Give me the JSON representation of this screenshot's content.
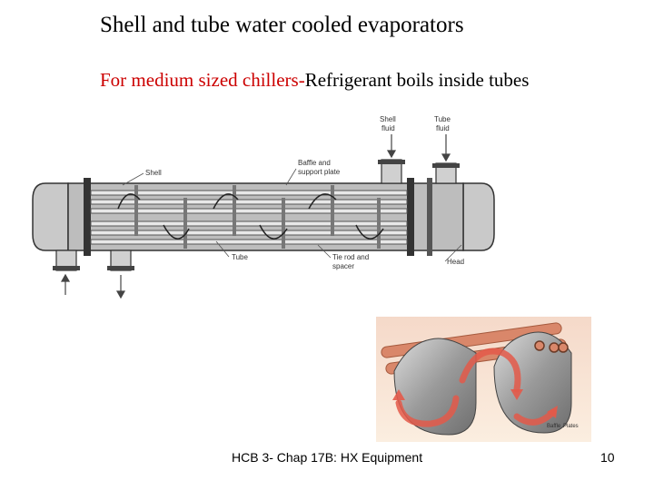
{
  "slide": {
    "title": "Shell and tube water cooled evaporators",
    "subtitle_red": "For medium sized chillers-",
    "subtitle_black": "Refrigerant boils inside tubes",
    "footer": "HCB 3- Chap 17B: HX Equipment",
    "page_number": "10"
  },
  "diagram": {
    "label_shell_fluid_1": "Shell",
    "label_shell_fluid_2": "fluid",
    "label_tube_fluid_1": "Tube",
    "label_tube_fluid_2": "fluid",
    "label_shell": "Shell",
    "label_baffle_1": "Baffle and",
    "label_baffle_2": "support plate",
    "label_tube": "Tube",
    "label_tierod_1": "Tie rod and",
    "label_tierod_2": "spacer",
    "label_head": "Head"
  },
  "baffle_image": {
    "label_1": "Baffle",
    "label_2": "Plates"
  },
  "colors": {
    "subtitle_red": "#cc0000",
    "shell_gray": "#9a9a9a",
    "tube_copper": "#d9876a",
    "flow_arrow": "#e45a4a"
  }
}
